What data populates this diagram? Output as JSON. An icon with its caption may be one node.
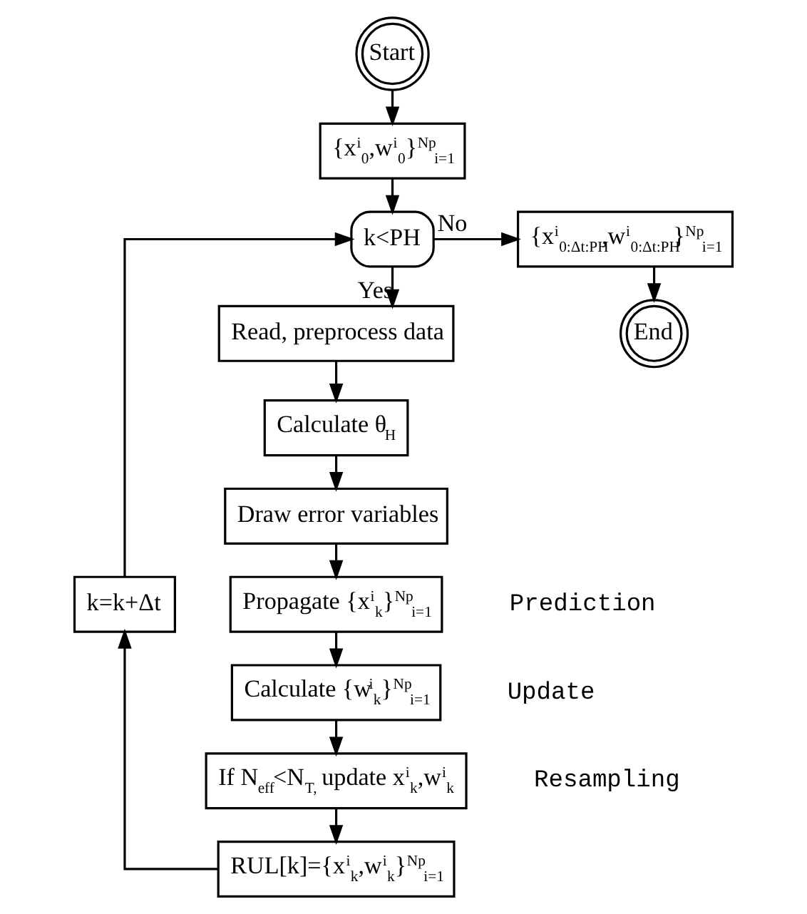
{
  "diagram": {
    "nodes": [
      {
        "text": [
          "Start"
        ]
      },
      {
        "text": [
          "{x$^{i}$$_{0}$,w$^{i}$$_{0}$}$^{Np}$$_{i=1}$"
        ]
      },
      {
        "text": [
          "k<PH"
        ]
      },
      {
        "text": [
          "{x$^{i}$$_{0:Δt:PH}$,w$^{i}$$_{0:Δt:PH}$}$^{Np}$$_{i=1}$"
        ]
      },
      {
        "text": [
          "End"
        ]
      },
      {
        "text": [
          "Read, preprocess data"
        ]
      },
      {
        "text": [
          "Calculate θ$_{H}$"
        ]
      },
      {
        "text": [
          "Draw error variables"
        ]
      },
      {
        "text": [
          "Propagate {x$^{i}$$_{k}$}$^{Np}$$_{i=1}$"
        ],
        "beside": [
          "Prediction"
        ]
      },
      {
        "text": [
          "Calculate {w$^{i}$$_{k}$}$^{Np}$$_{i=1}$"
        ],
        "beside": [
          "Update"
        ]
      },
      {
        "text": [
          "If N$_{eff}$<N$_{T,}$ update x$^{i}$$_{k}$,w$^{i}$$_{k}$"
        ],
        "beside": [
          "Resampling"
        ]
      },
      {
        "text": [
          "RUL[k]={x$^{i}$$_{k}$,w$^{i}$$_{k}$}$^{Np}$$_{i=1}$"
        ]
      },
      {
        "text": [
          "k=k+Δt"
        ]
      }
    ],
    "edges": [
      {
        "from": 0,
        "to": 1,
        "arrow": "to"
      },
      {
        "from": 1,
        "to": 2,
        "arrow": "to"
      },
      {
        "from": 2,
        "to": 3,
        "arrow": "to",
        "label": "No"
      },
      {
        "from": 3,
        "to": 4,
        "arrow": "to"
      },
      {
        "from": 2,
        "to": 5,
        "arrow": "to",
        "label": "Yes"
      },
      {
        "from": 5,
        "to": 6,
        "arrow": "to"
      },
      {
        "from": 6,
        "to": 7,
        "arrow": "to"
      },
      {
        "from": 7,
        "to": 8,
        "arrow": "to"
      },
      {
        "from": 8,
        "to": 9,
        "arrow": "to"
      },
      {
        "from": 9,
        "to": 10,
        "arrow": "to"
      },
      {
        "from": 10,
        "to": 11,
        "arrow": "to"
      },
      {
        "from": 11,
        "to": 12,
        "arrow": "to"
      },
      {
        "from": 12,
        "to": 2,
        "arrow": "to"
      }
    ]
  }
}
